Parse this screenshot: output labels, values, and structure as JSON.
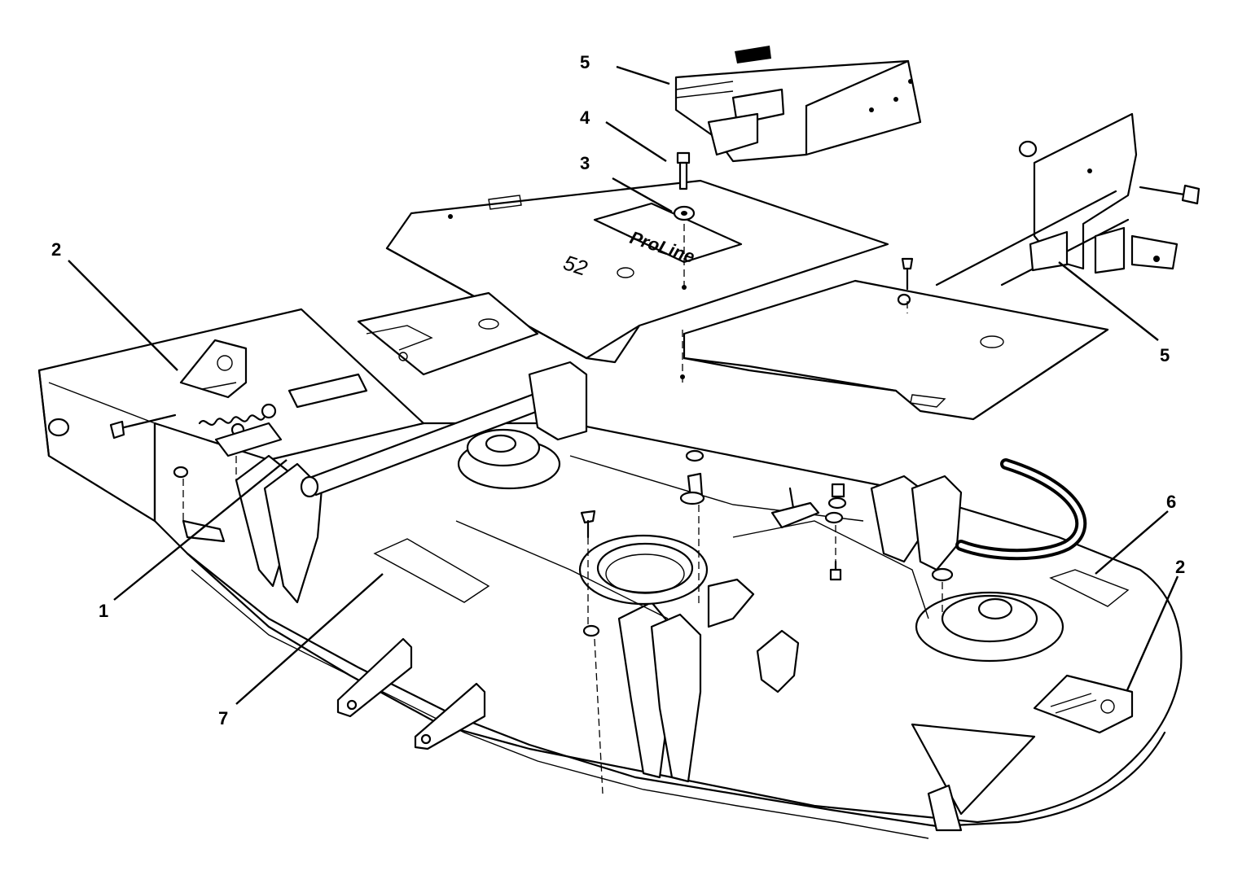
{
  "callouts": [
    {
      "id": "c1",
      "label": "1"
    },
    {
      "id": "c2a",
      "label": "2"
    },
    {
      "id": "c2b",
      "label": "2"
    },
    {
      "id": "c3",
      "label": "3"
    },
    {
      "id": "c4",
      "label": "4"
    },
    {
      "id": "c5a",
      "label": "5"
    },
    {
      "id": "c5b",
      "label": "5"
    },
    {
      "id": "c6",
      "label": "6"
    },
    {
      "id": "c7",
      "label": "7"
    }
  ],
  "cover": {
    "logo": "ProLine",
    "model": "52"
  }
}
